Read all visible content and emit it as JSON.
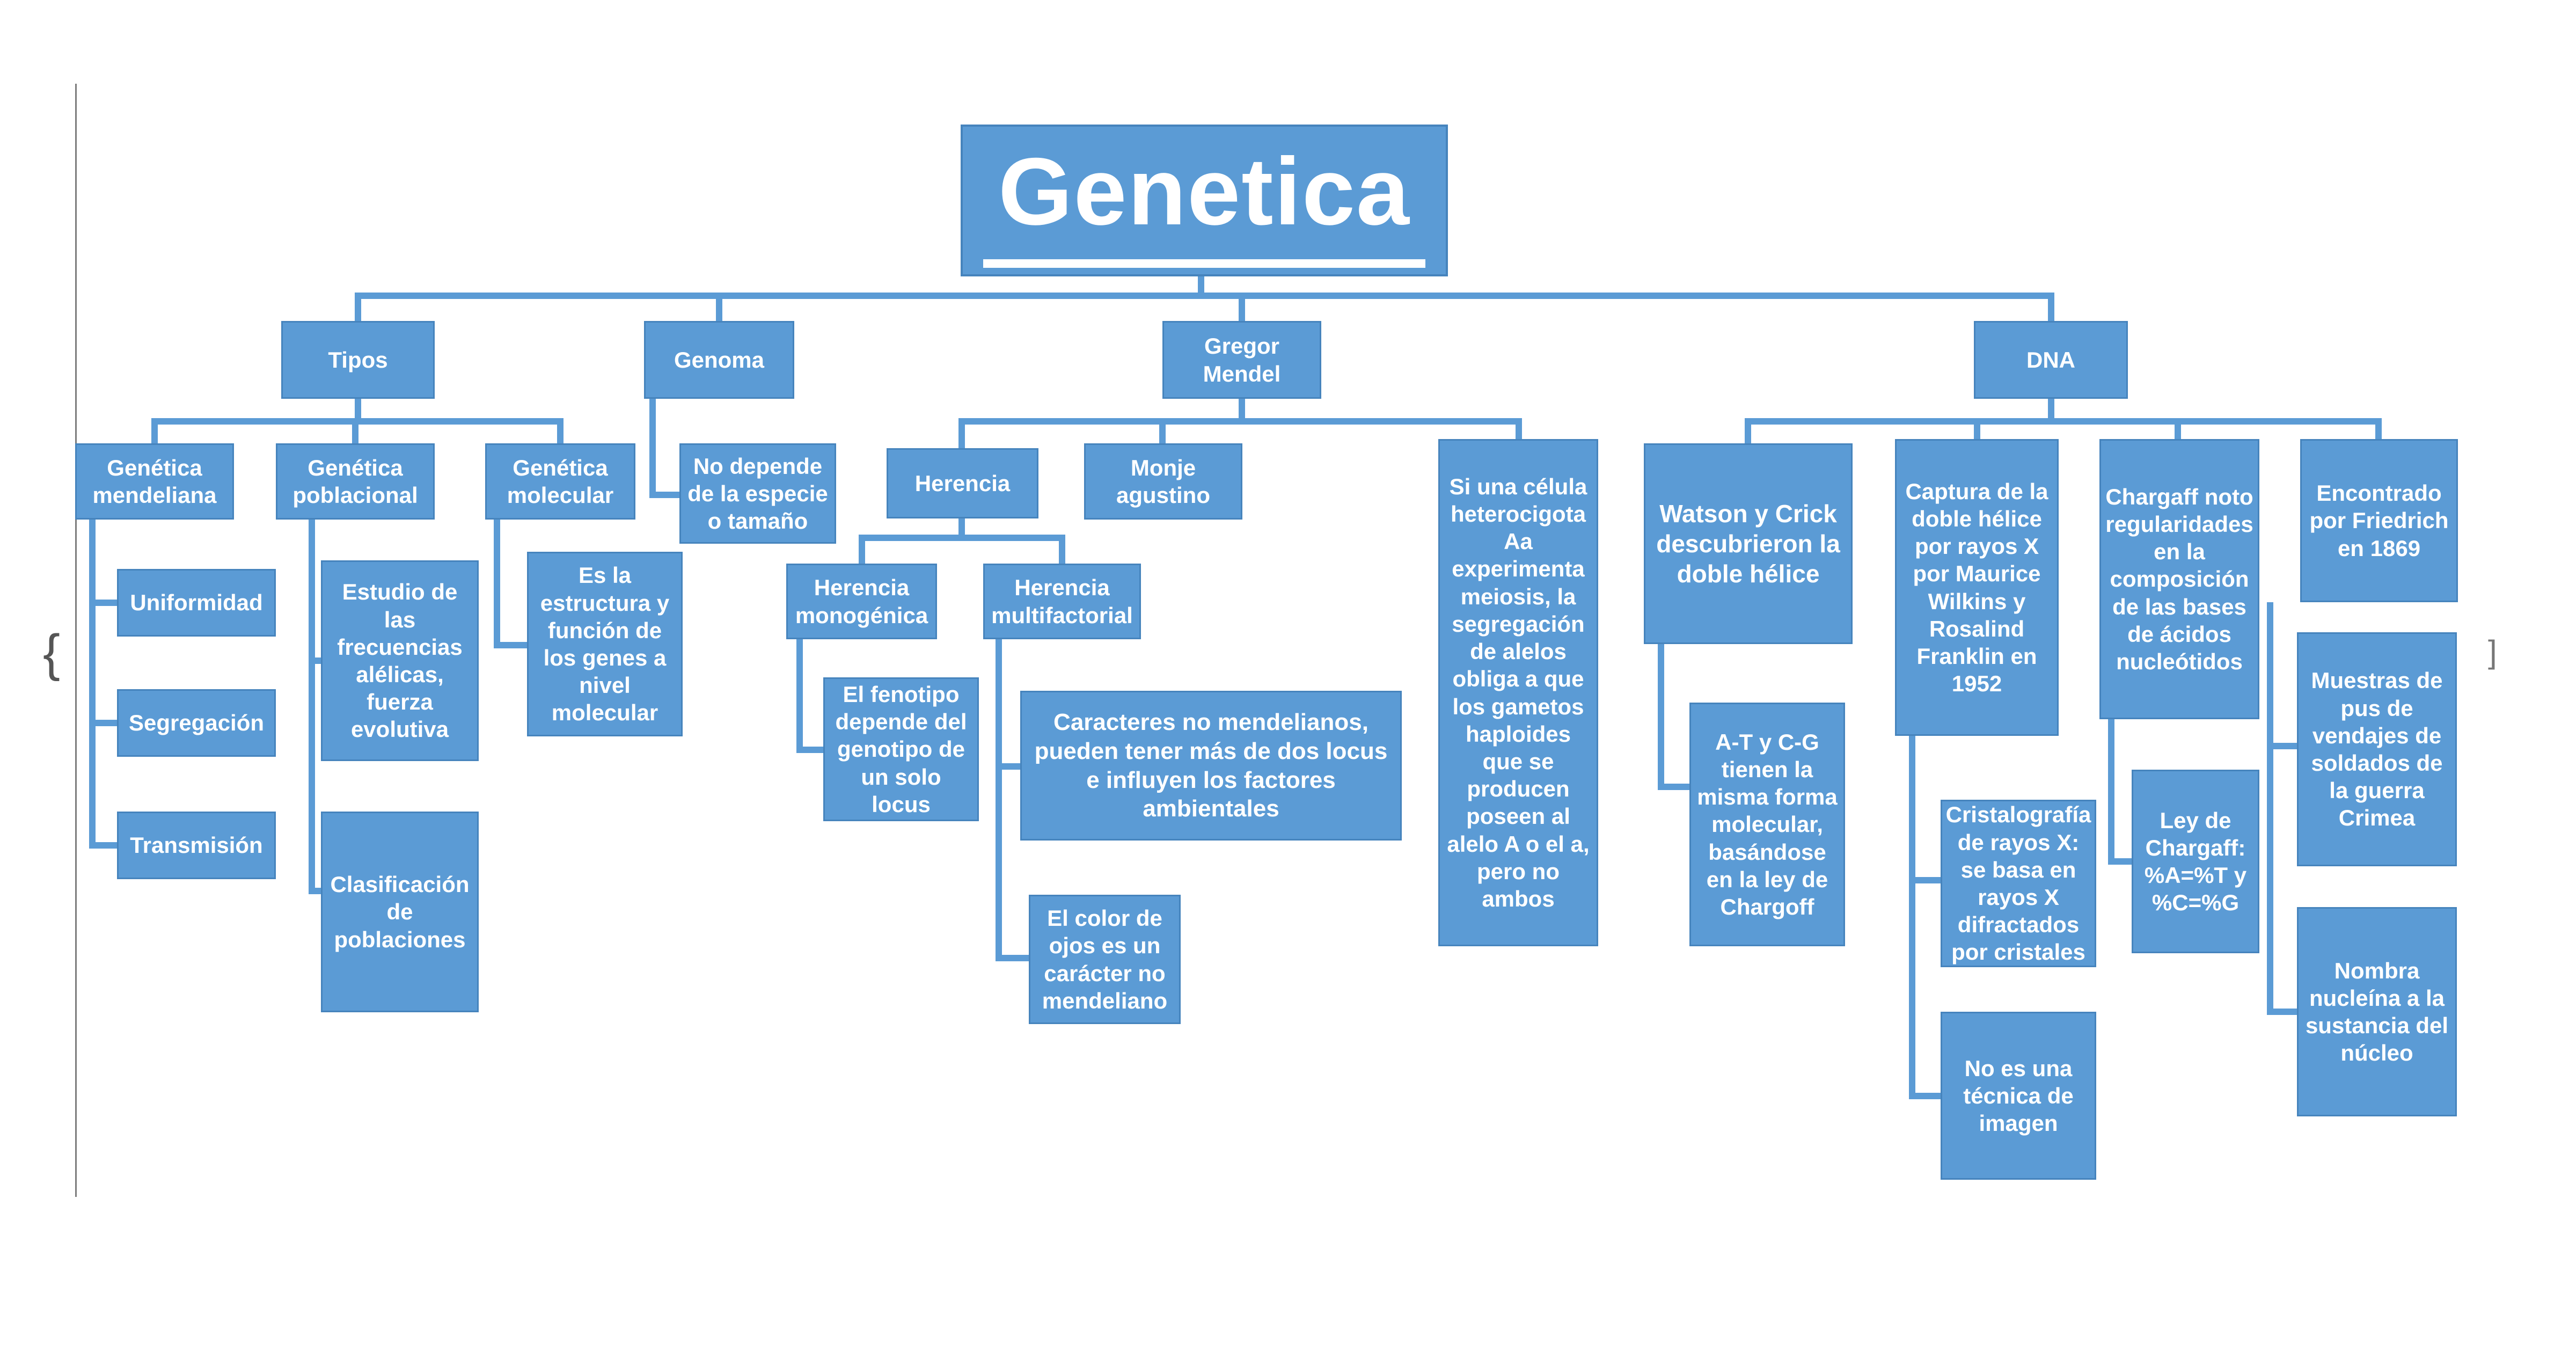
{
  "colors": {
    "accent": "#5b9bd5",
    "box_border": "#4684bd",
    "box_text": "#ffffff",
    "background": "#ffffff",
    "margin_line": "#7d7d7d"
  },
  "title": {
    "label": "Genetica"
  },
  "nodes": {
    "tipos": {
      "label": "Tipos"
    },
    "genoma": {
      "label": "Genoma"
    },
    "gregor": {
      "label": "Gregor Mendel"
    },
    "dna": {
      "label": "DNA"
    },
    "g_mendeliana": {
      "label": "Genética mendeliana"
    },
    "g_poblacional": {
      "label": "Genética poblacional"
    },
    "g_molecular": {
      "label": "Genética molecular"
    },
    "no_depende": {
      "label": "No depende de la especie o tamaño"
    },
    "herencia": {
      "label": "Herencia"
    },
    "monje": {
      "label": "Monje agustino"
    },
    "si_celula": {
      "label": "Si una célula heterocigota Aa experimenta meiosis, la segregación de alelos obliga a que los gametos haploides que se producen poseen al alelo A o el a, pero no ambos"
    },
    "watson": {
      "label": "Watson y Crick descubrieron la doble hélice"
    },
    "captura": {
      "label": "Captura de la doble hélice por rayos X por Maurice Wilkins y Rosalind Franklin en 1952"
    },
    "chargaff_noto": {
      "label": "Chargaff noto regularidades en la composición de las bases de ácidos nucleótidos"
    },
    "encontrado": {
      "label": "Encontrado por Friedrich en 1869"
    },
    "uniformidad": {
      "label": "Uniformidad"
    },
    "segregacion": {
      "label": "Segregación"
    },
    "transmision": {
      "label": "Transmisión"
    },
    "estudio": {
      "label": "Estudio de las frecuencias alélicas, fuerza evolutiva"
    },
    "clasificacion": {
      "label": "Clasificación de poblaciones"
    },
    "es_estructura": {
      "label": "Es la estructura y función de los genes a nivel molecular"
    },
    "h_monogenica": {
      "label": "Herencia monogénica"
    },
    "h_multifactorial": {
      "label": "Herencia multifactorial"
    },
    "el_fenotipo": {
      "label": "El fenotipo depende del genotipo de un solo locus"
    },
    "caracteres": {
      "label": "Caracteres no mendelianos, pueden tener más de dos locus e influyen los factores ambientales"
    },
    "el_color": {
      "label": "El color de ojos es un carácter no mendeliano"
    },
    "at_cg": {
      "label": "A-T y C-G tienen la misma forma molecular, basándose en la ley de Chargoff"
    },
    "cristalografia": {
      "label": "Cristalografía de rayos X: se basa en rayos X difractados por cristales"
    },
    "no_tecnica": {
      "label": "No es una técnica de imagen"
    },
    "ley_chargaff": {
      "label": "Ley de Chargaff: %A=%T y %C=%G"
    },
    "muestras": {
      "label": "Muestras de pus de vendajes de soldados de la guerra Crimea"
    },
    "nombra": {
      "label": "Nombra nucleína a la sustancia del núcleo"
    }
  },
  "decor": {
    "brace": "{",
    "bracket": "]"
  }
}
